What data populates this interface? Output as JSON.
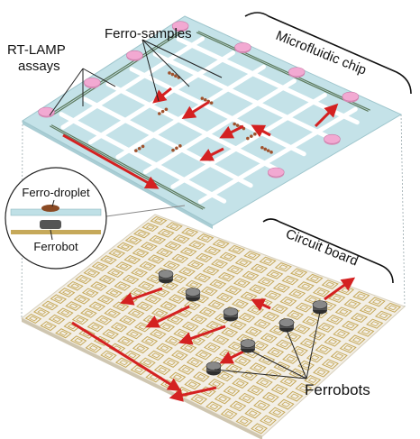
{
  "labels": {
    "rt_lamp_line1": "RT-LAMP",
    "rt_lamp_line2": "assays",
    "ferro_samples": "Ferro-samples",
    "microfluidic_chip": "Microfluidic chip",
    "ferro_droplet": "Ferro-droplet",
    "ferrobot_inset": "Ferrobot",
    "circuit_board": "Circuit board",
    "ferrobots": "Ferrobots"
  },
  "colors": {
    "chip_fill": "#bfe0e6",
    "channel": "#ffffff",
    "reservoir": "#f2a9d2",
    "arrow": "#d42121",
    "droplet": "#a0522d",
    "board": "#f3efe6",
    "coil": "#c6a95a",
    "ferrobot": "#555555",
    "rail": "#5d7a5d"
  }
}
